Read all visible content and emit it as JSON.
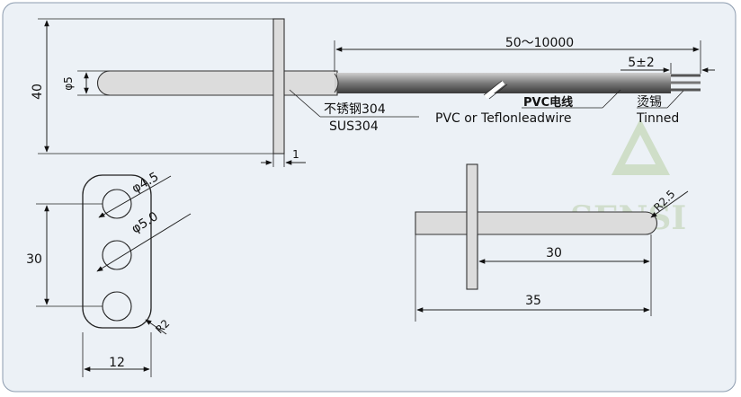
{
  "dimensions": {
    "height_40": "40",
    "diameter_5": "φ5",
    "flange_thickness": "1",
    "lead_length": "50～10000",
    "strip_length": "5±2",
    "hole_45": "φ4.5",
    "hole_50": "φ5.0",
    "pitch_30": "30",
    "width_12": "12",
    "radius_r2": "R2",
    "radius_r25": "R2.5",
    "probe_30": "30",
    "probe_35": "35"
  },
  "labels": {
    "material_cn": "不锈钢304",
    "material_en": "SUS304",
    "wire_cn": "PVC电线",
    "wire_en": "PVC or Teflonleadwire",
    "tinned_cn": "烫锡",
    "tinned_en": "Tinned"
  },
  "watermark": {
    "text": "SENSI",
    "color": "#a9c89a"
  },
  "colors": {
    "frame_bg": "#ecf1f6",
    "frame_border": "#8d9caf",
    "part_fill": "#dcdcdc"
  }
}
